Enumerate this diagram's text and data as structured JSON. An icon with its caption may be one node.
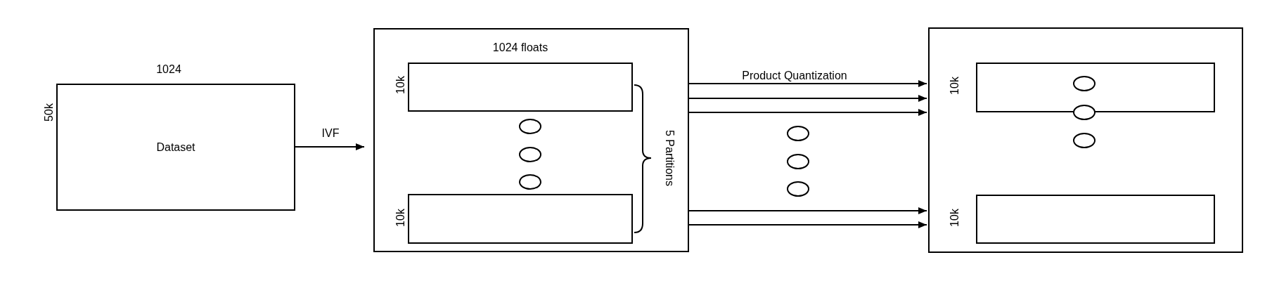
{
  "diagram": {
    "nodes": [
      {
        "text": [
          "Dataset"
        ],
        "beside": [
          "1024",
          "50k"
        ]
      },
      {
        "text": [],
        "shape": "box"
      },
      {
        "text": [],
        "shape": "box",
        "in": 1,
        "beside": [
          "10k"
        ]
      },
      {
        "text": [],
        "shape": "box",
        "in": 1,
        "beside": [
          "10k"
        ]
      },
      {
        "text": [],
        "shape": "box"
      },
      {
        "text": [],
        "shape": "box",
        "in": 4,
        "beside": [
          "10k"
        ]
      },
      {
        "text": [],
        "shape": "box",
        "in": 4,
        "beside": [
          "10k"
        ]
      }
    ],
    "edges": [
      {
        "from": 0,
        "to": 1,
        "arrow": "to",
        "label": "IVF"
      },
      {
        "from": 1,
        "to": 4,
        "arrow": "to",
        "label": "Product Quantization"
      },
      {
        "from": 1,
        "to": 4,
        "arrow": "to"
      },
      {
        "from": 1,
        "to": 4,
        "arrow": "to"
      },
      {
        "from": 1,
        "to": 4,
        "arrow": "to"
      },
      {
        "from": 1,
        "to": 4,
        "arrow": "to"
      }
    ],
    "labels": [
      "1024 floats",
      "5 Partitions"
    ]
  }
}
